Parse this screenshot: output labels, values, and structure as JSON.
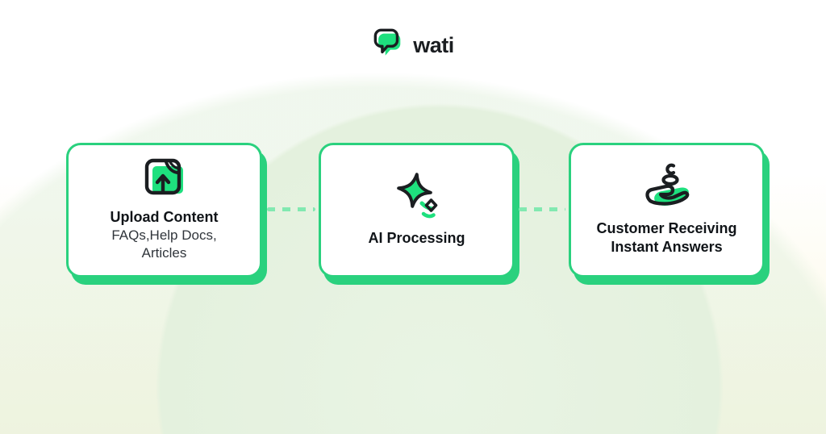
{
  "logo": {
    "text": "wati",
    "icon": "chat-bubble-icon"
  },
  "colors": {
    "brand_green": "#2ad17e",
    "icon_green": "#1ee07e",
    "dash_green": "#82e9b1",
    "outline_dark": "#1b1e21",
    "title_text": "#101418",
    "subtitle_text": "#30353b",
    "card_background": "#ffffff",
    "background_circle": "#e5f2e0",
    "background_cream": "#fbf6df"
  },
  "flow": {
    "connector_style": "dashed",
    "steps": [
      {
        "id": "upload-content",
        "icon": "upload-document-icon",
        "title": "Upload Content",
        "subtitle_lines": [
          "FAQs,Help Docs,",
          "Articles"
        ]
      },
      {
        "id": "ai-processing",
        "icon": "ai-sparkles-icon",
        "title": "AI Processing"
      },
      {
        "id": "customer-receiving",
        "icon": "hand-receiving-icon",
        "title_lines": [
          "Customer Receiving",
          "Instant Answers"
        ]
      }
    ]
  }
}
